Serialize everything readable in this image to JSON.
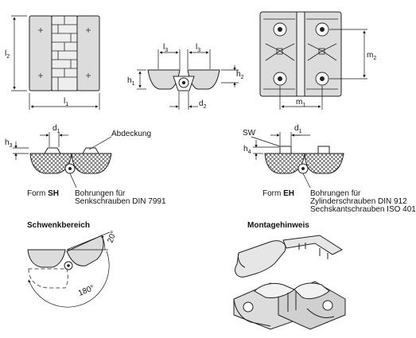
{
  "dims": {
    "l1": "l",
    "l1_sub": "1",
    "l2": "l",
    "l2_sub": "2",
    "l3": "l",
    "l3_sub": "3",
    "h1": "h",
    "h1_sub": "1",
    "h2": "h",
    "h2_sub": "2",
    "h3": "h",
    "h3_sub": "3",
    "h4": "h",
    "h4_sub": "4",
    "d1": "d",
    "d1_sub": "1",
    "d2": "d",
    "d2_sub": "2",
    "m1": "m",
    "m1_sub": "1",
    "m2": "m",
    "m2_sub": "2",
    "sw": "SW"
  },
  "labels": {
    "abdeckung": "Abdeckung",
    "form_sh_prefix": "Form ",
    "form_sh_code": "SH",
    "form_eh_prefix": "Form ",
    "form_eh_code": "EH",
    "sh_bores_line1": "Bohrungen für",
    "sh_bores_line2": "Senkschrauben  DIN 7991",
    "eh_bores_line1": "Bohrungen für",
    "eh_bores_line2": "Zylinderschrauben  DIN 912",
    "eh_bores_line3": "Sechskantschrauben  ISO 401",
    "schwenkbereich": "Schwenkbereich",
    "montagehinweis": "Montagehinweis",
    "angle_small": "20°",
    "angle_large": "180°"
  },
  "colors": {
    "body_fill": "#dcdcdc",
    "outline": "#222222",
    "hatch": "#444444"
  }
}
